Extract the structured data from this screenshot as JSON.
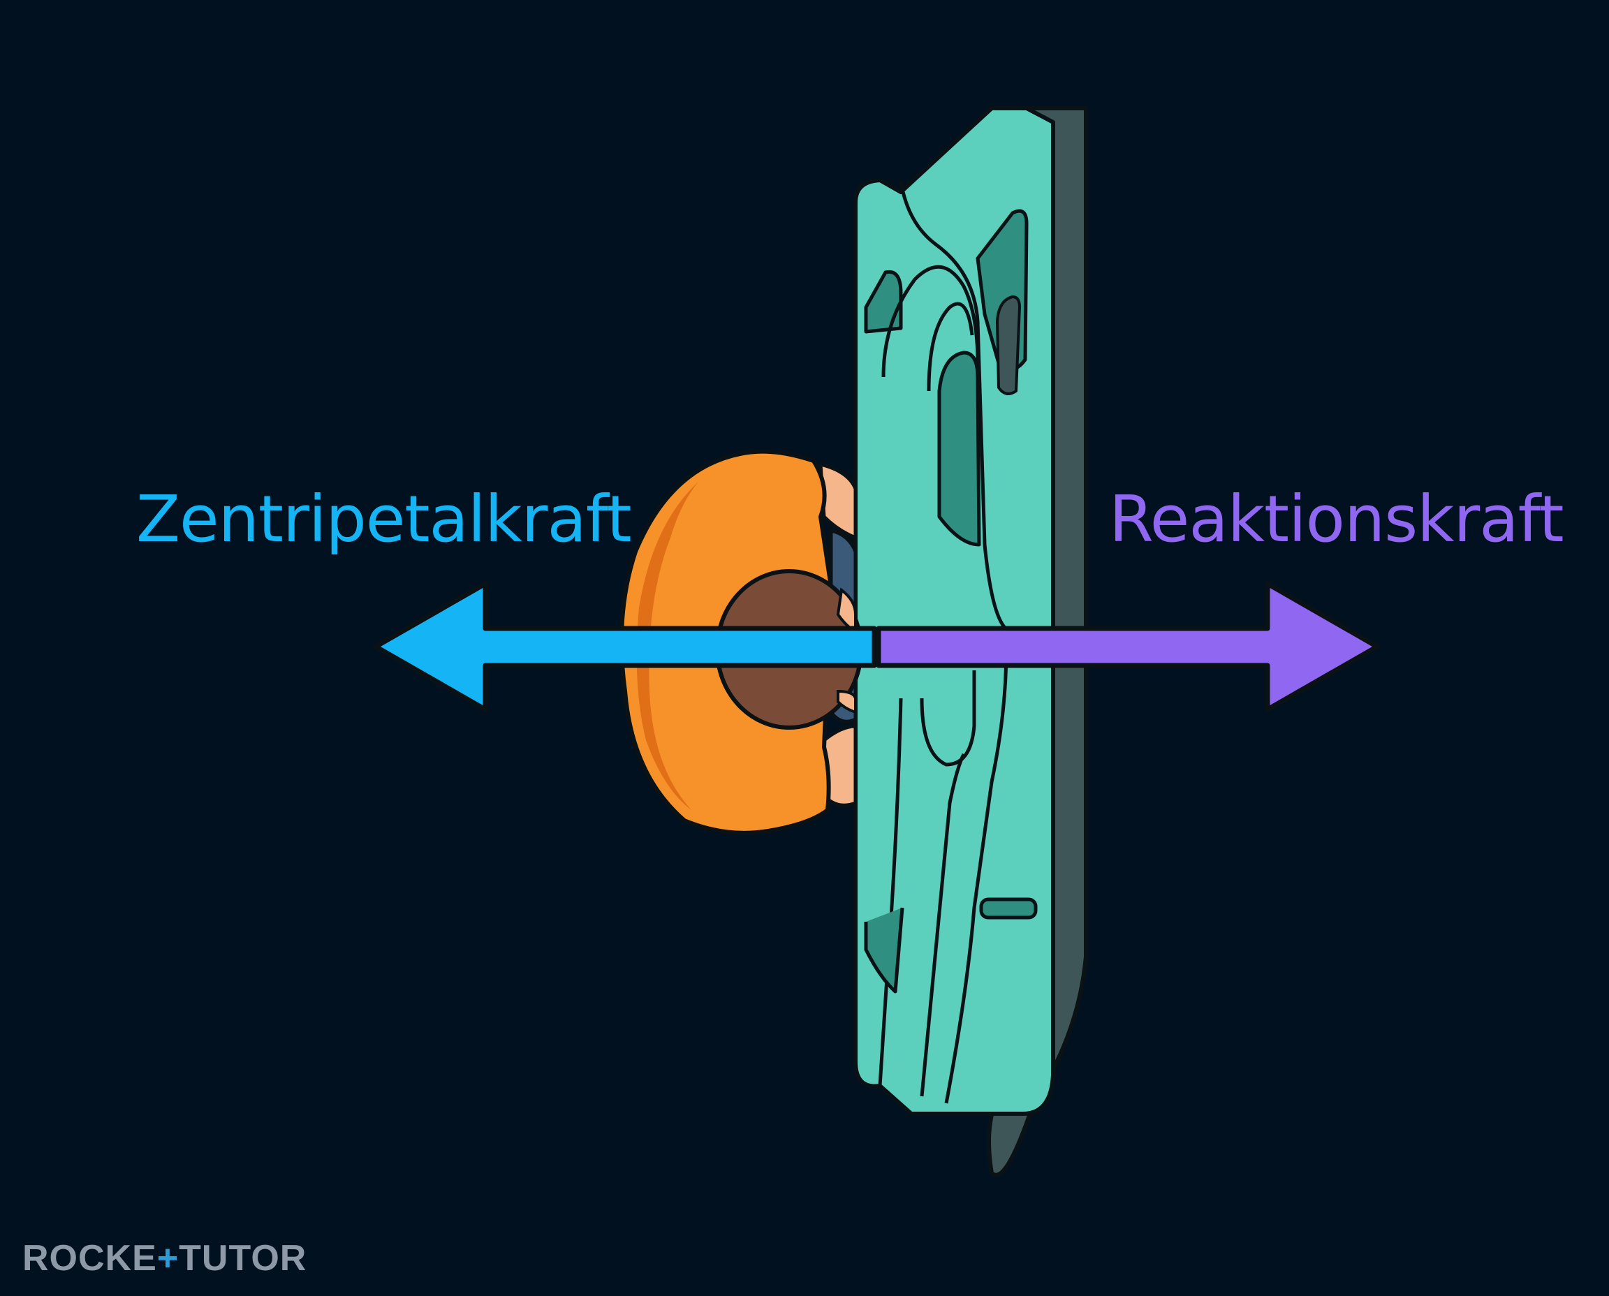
{
  "labels": {
    "left_force": "Zentripetalkraft",
    "right_force": "Reaktionskraft"
  },
  "logo": {
    "part1": "ROCKE",
    "mark": "+",
    "part2": "TUTO",
    "mark2": "R"
  },
  "colors": {
    "background": "#02111f",
    "left_force": "#14b4f5",
    "right_force": "#8f67f0",
    "door_panel": "#5ccfbd",
    "door_shadow": "#2f8f80",
    "door_edge": "#3f5658",
    "person_shirt": "#f7922b",
    "person_hair": "#7a4b36",
    "person_skin": "#f6b68c",
    "outline": "#0b1216"
  }
}
